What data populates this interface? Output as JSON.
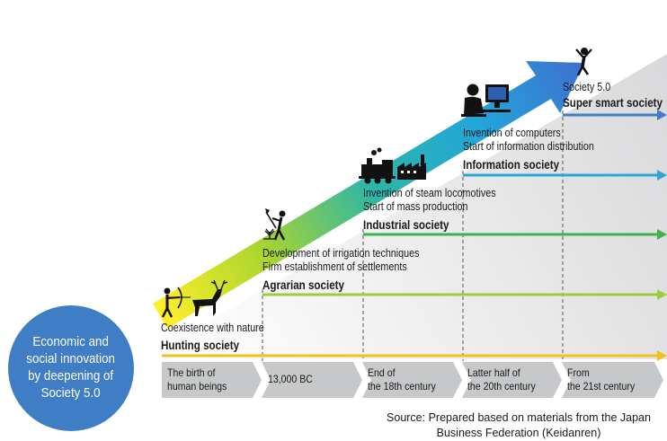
{
  "circle": {
    "lines": [
      "Economic and",
      "social innovation",
      "by deepening of",
      "Society 5.0"
    ]
  },
  "stages": [
    {
      "name": "Hunting society",
      "desc": [
        "Coexistence with nature"
      ],
      "color": "#f2c11d"
    },
    {
      "name": "Agrarian society",
      "desc": [
        "Development of irrigation techniques",
        "Firm establishment of settlements"
      ],
      "color": "#9ccb3b"
    },
    {
      "name": "Industrial society",
      "desc": [
        "Invention of steam locomotives",
        "Start of mass production"
      ],
      "color": "#3cb44b"
    },
    {
      "name": "Information society",
      "desc": [
        "Invention of computers",
        "Start of information distribution"
      ],
      "color": "#2aa7d4"
    },
    {
      "name": "Super smart society",
      "prefix": "Society 5.0",
      "desc": [],
      "color": "#3f7dc4"
    }
  ],
  "timeline": [
    [
      "The birth of",
      "human beings"
    ],
    [
      "13,000 BC"
    ],
    [
      "End of",
      "the 18th century"
    ],
    [
      "Latter half of",
      "the 20th century"
    ],
    [
      "From",
      "the 21st century"
    ]
  ],
  "source": {
    "line1": "Source: Prepared based on materials from the Japan",
    "line2": "Business Federation (Keidanren)"
  },
  "icons": [
    "archer-icon",
    "deer-icon",
    "farmer-icon",
    "plant-icon",
    "steam-locomotive-icon",
    "factory-icon",
    "computer-user-icon",
    "jumping-person-icon"
  ]
}
